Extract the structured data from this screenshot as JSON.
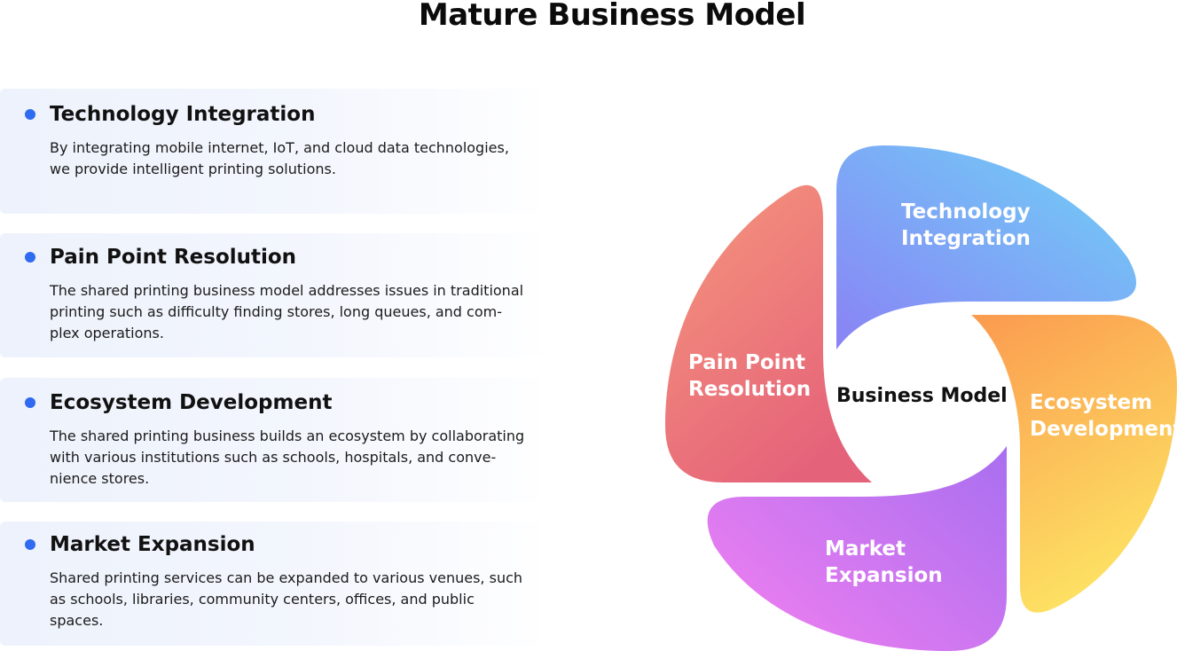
{
  "title": "Mature Business Model",
  "cards": [
    {
      "heading": "Technology Integration",
      "text": "By integrating mobile internet, IoT, and cloud data technologies,\nwe provide intelligent printing solutions."
    },
    {
      "heading": "Pain Point Resolution",
      "text": "The shared printing business model addresses issues in traditional\nprinting such as difficulty finding stores, long queues, and com-\nplex operations."
    },
    {
      "heading": "Ecosystem Development",
      "text": "The shared printing business builds an ecosystem by collaborating\nwith various institutions such as schools, hospitals, and conve-\nnience stores."
    },
    {
      "heading": "Market Expansion",
      "text": "Shared printing services can be expanded to various venues, such\nas schools, libraries, community centers, offices, and public\nspaces."
    }
  ],
  "diagram": {
    "center": "Business Model",
    "petals": {
      "top": "Technology\nIntegration",
      "left": "Pain Point\nResolution",
      "right": "Ecosystem\nDevelopment",
      "bottom": "Market\nExpansion"
    }
  },
  "colors": {
    "bullet": "#2f6af0",
    "technology_gradient": [
      "#6fd3f7",
      "#8a82f5"
    ],
    "pain_point_gradient": [
      "#f6977c",
      "#e5637a"
    ],
    "ecosystem_gradient": [
      "#fb9a4f",
      "#fde163"
    ],
    "market_gradient": [
      "#a86ff0",
      "#ee7ef0"
    ]
  }
}
